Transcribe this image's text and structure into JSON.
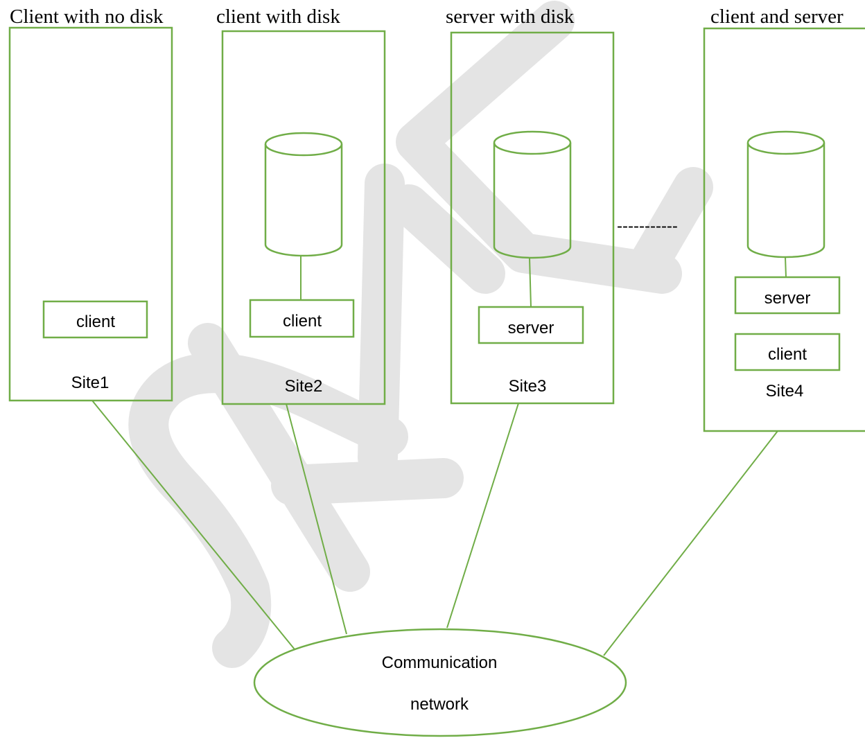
{
  "colors": {
    "line": "#70ad47",
    "watermark": "#e4e4e4",
    "text": "#000000"
  },
  "headings": {
    "site1": "Client with no disk",
    "site2": "client with disk",
    "site3": "server with disk",
    "site4": "client and server"
  },
  "sites": {
    "site1": {
      "name": "Site1",
      "modules": [
        "client"
      ]
    },
    "site2": {
      "name": "Site2",
      "modules": [
        "client"
      ]
    },
    "site3": {
      "name": "Site3",
      "modules": [
        "server"
      ]
    },
    "site4": {
      "name": "Site4",
      "modules": [
        "server",
        "client"
      ]
    }
  },
  "separator": "-----------",
  "network": {
    "line1": "Communication",
    "line2": "network"
  }
}
